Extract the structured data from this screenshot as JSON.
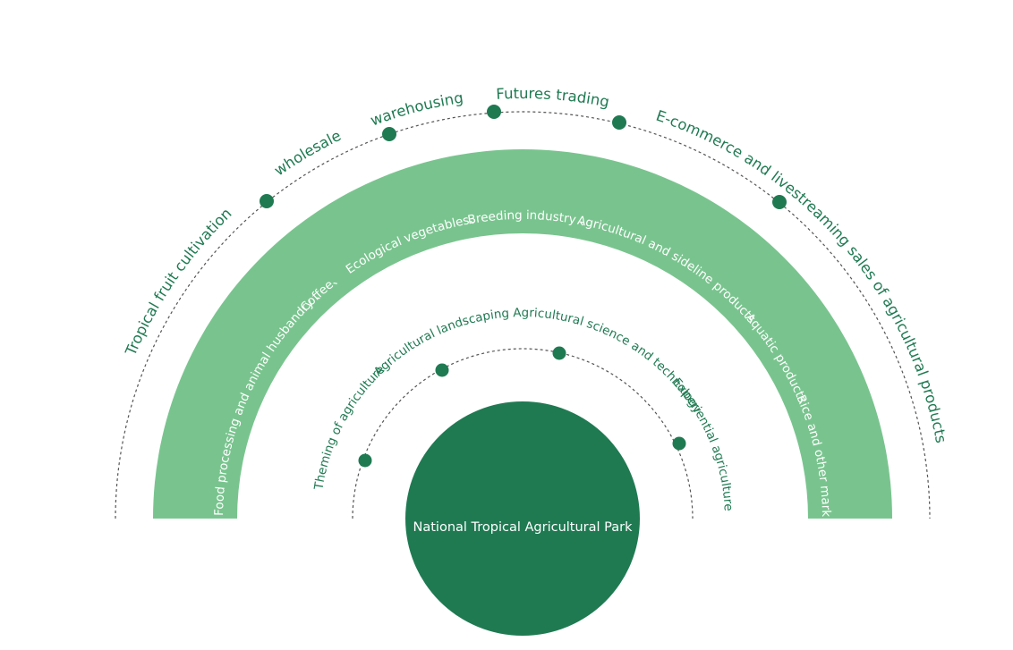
{
  "colors": {
    "dark_green": "#1f7a52",
    "light_green": "#79c48e",
    "text_green": "#1f7a52",
    "dash_gray": "#555555",
    "white": "#ffffff"
  },
  "center": {
    "label": "National Tropical Agricultural Park"
  },
  "outer_ring": {
    "items": [
      "Tropical fruit cultivation",
      "wholesale",
      "warehousing",
      "Futures trading",
      "E-commerce and livestreaming sales of agricultural products"
    ]
  },
  "band": {
    "items": [
      "Food processing and animal husbandry 、",
      "Coffee、",
      "Ecological vegetables、",
      "Breeding industry 、",
      "Agricultural and sideline products",
      "Aquatic products",
      "Rice and other markets"
    ]
  },
  "inner_ring": {
    "items": [
      "Theming of agriculture",
      "Agricultural landscaping",
      "Agricultural science and technology",
      "Experiential agriculture"
    ]
  }
}
